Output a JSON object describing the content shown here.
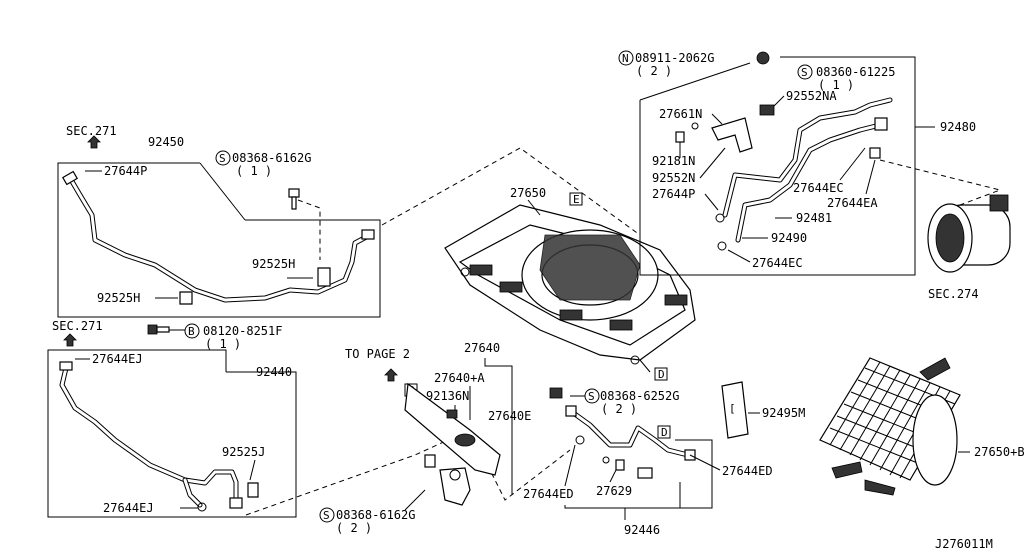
{
  "labels": {
    "sec271_top": "SEC.271",
    "p92450": "92450",
    "p27644P_left": "27644P",
    "s08368_6162G_top": "08368-6162G",
    "q1_a": "( 1 )",
    "p92525H_a": "92525H",
    "p92525H_b": "92525H",
    "b08120_8251F": "08120-8251F",
    "q1_b": "( 1 )",
    "sec271_bottom": "SEC.271",
    "p27644EJ_top": "27644EJ",
    "p92440": "92440",
    "p92525J": "92525J",
    "p27644EJ_bottom": "27644EJ",
    "s08368_6162G_bottom": "08368-6162G",
    "q2_a": "( 2 )",
    "to_page2": "TO PAGE 2",
    "ref_B": "B",
    "p27640": "27640",
    "p27640A": "27640+A",
    "p92136N": "92136N",
    "p27640E": "27640E",
    "p27650": "27650",
    "ref_E": "E",
    "ref_D_top": "D",
    "n08911_2062G": "08911-2062G",
    "q2_b": "( 2 )",
    "s08360_61225": "08360-61225",
    "q1_c": "( 1 )",
    "p27661N": "27661N",
    "p92552NA": "92552NA",
    "p92480": "92480",
    "p92181N": "92181N",
    "p92552N": "92552N",
    "p27644P_right": "27644P",
    "p27644EC_a": "27644EC",
    "p27644EA": "27644EA",
    "p92481": "92481",
    "p92490": "92490",
    "p27644EC_b": "27644EC",
    "sec274": "SEC.274",
    "s08368_6252G": "08368-6252G",
    "q2_c": "( 2 )",
    "p92495M": "92495M",
    "ref_D_bottom": "D",
    "p27644ED_right": "27644ED",
    "p27644ED_left": "27644ED",
    "p27629": "27629",
    "p92446": "92446",
    "p27650B": "27650+B",
    "diagram_id": "J276011M",
    "circle_S": "S",
    "circle_N": "N",
    "circle_B": "B"
  }
}
